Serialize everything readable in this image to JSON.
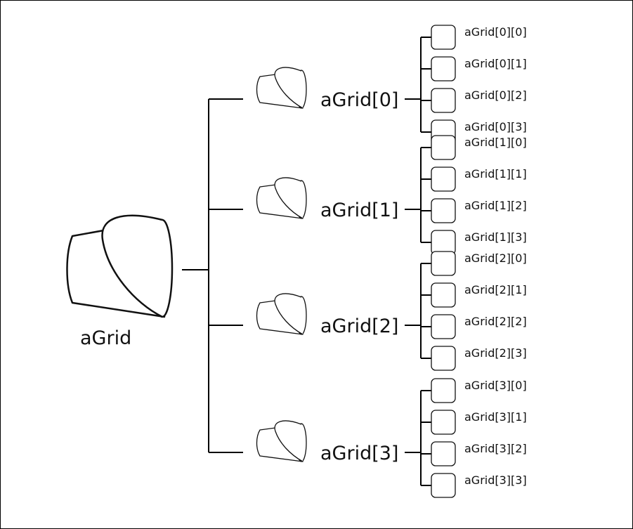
{
  "diagram": {
    "root": {
      "label": "aGrid"
    },
    "rows": [
      {
        "label": "aGrid[0]",
        "cells": [
          "aGrid[0][0]",
          "aGrid[0][1]",
          "aGrid[0][2]",
          "aGrid[0][3]"
        ]
      },
      {
        "label": "aGrid[1]",
        "cells": [
          "aGrid[1][0]",
          "aGrid[1][1]",
          "aGrid[1][2]",
          "aGrid[1][3]"
        ]
      },
      {
        "label": "aGrid[2]",
        "cells": [
          "aGrid[2][0]",
          "aGrid[2][1]",
          "aGrid[2][2]",
          "aGrid[2][3]"
        ]
      },
      {
        "label": "aGrid[3]",
        "cells": [
          "aGrid[3][0]",
          "aGrid[3][1]",
          "aGrid[3][2]",
          "aGrid[3][3]"
        ]
      }
    ]
  },
  "colors": {
    "line": "#000000",
    "background": "#ffffff"
  }
}
